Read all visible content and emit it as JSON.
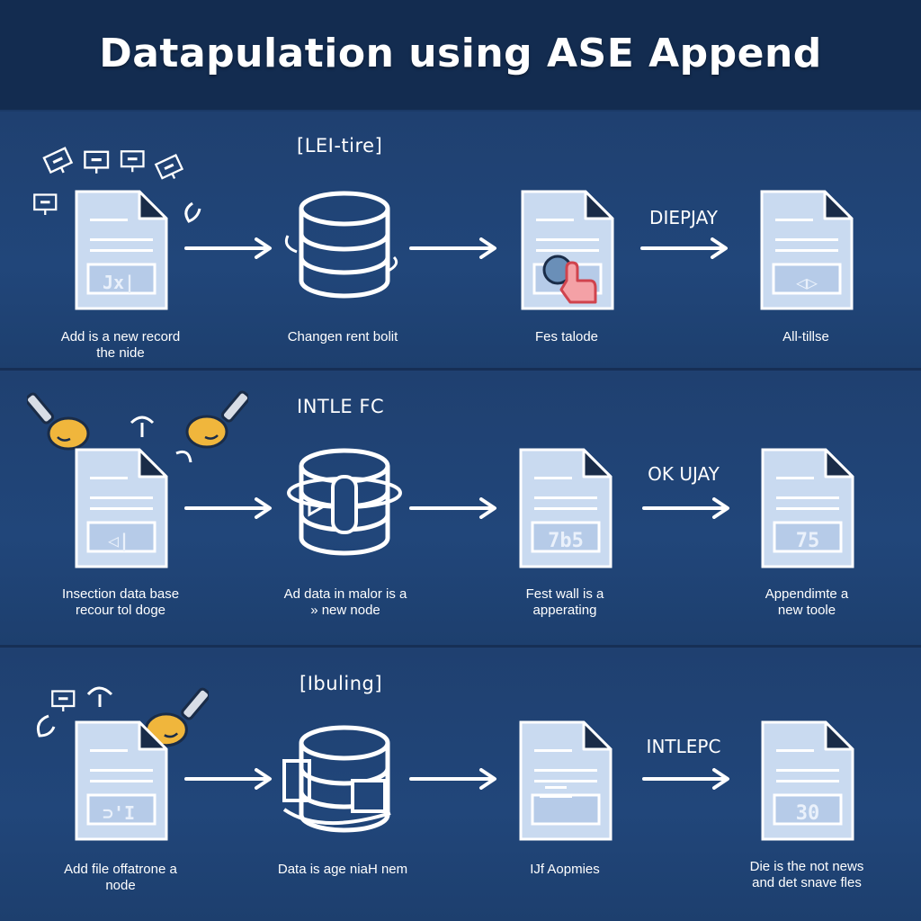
{
  "title": "Datapulation using ASE Append",
  "rows": [
    {
      "row_label": "[LEI-tire]",
      "step_label": "DIEPJAY",
      "doc_texts": [
        "Jx|",
        "",
        "◁▷"
      ],
      "captions": [
        [
          "Add is a new record",
          "the nide"
        ],
        [
          "Changen rent bolit"
        ],
        [
          "Fes talode"
        ],
        [
          "All-tillse"
        ]
      ]
    },
    {
      "row_label": "INTLE FC",
      "step_label": "OK UJAY",
      "doc_texts": [
        "◁|",
        "7b5",
        "75"
      ],
      "captions": [
        [
          "Insection data base",
          "recour tol doge"
        ],
        [
          "Ad data in malor is a",
          "» new node"
        ],
        [
          "Fest wall is a",
          "apperating"
        ],
        [
          "Appendimte a",
          "new toole"
        ]
      ]
    },
    {
      "row_label": "[Ibuling]",
      "step_label": "INTLEPC",
      "doc_texts": [
        "⊃'I",
        "",
        "30"
      ],
      "captions": [
        [
          "Add file offatrone a",
          "node"
        ],
        [
          "Data is age niaH nem"
        ],
        [
          "IJf Aopmies"
        ],
        [
          "Die is the not news",
          "and det snave fles"
        ]
      ]
    }
  ],
  "colors": {
    "header_bg": "#132c50",
    "band_bg": "#21467a",
    "doc_fill": "#c9daf0",
    "doc_fold": "#1a2c48",
    "line_white": "#ffffff",
    "hand_yellow": "#f0b63c",
    "cursor_pink": "#f4a1a6"
  },
  "icons": [
    "document-icon",
    "database-icon",
    "arrow-right-icon",
    "hand-cursor-icon",
    "brush-icon",
    "tag-icon"
  ]
}
